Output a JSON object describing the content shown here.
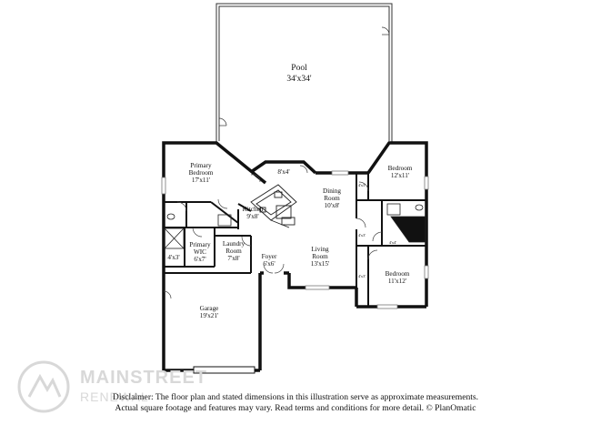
{
  "rooms": {
    "pool": {
      "name": "Pool",
      "dims": "34'x34'"
    },
    "primary_bedroom": {
      "name1": "Primary",
      "name2": "Bedroom",
      "dims": "17'x11'"
    },
    "nook": {
      "dims": "8'x4'"
    },
    "kitchen": {
      "name": "Kitchen",
      "dims": "9'x8'"
    },
    "dining": {
      "name1": "Dining",
      "name2": "Room",
      "dims": "10'x8'"
    },
    "bedroom_1": {
      "name": "Bedroom",
      "dims": "12'x11'"
    },
    "primary_wic": {
      "name1": "Primary",
      "name2": "WIC",
      "dims": "6'x7'"
    },
    "laundry": {
      "name1": "Laundry",
      "name2": "Room",
      "dims": "7'x8'"
    },
    "foyer": {
      "name": "Foyer",
      "dims": "6'x6'"
    },
    "living": {
      "name1": "Living",
      "name2": "Room",
      "dims": "13'x15'"
    },
    "bedroom_2": {
      "name": "Bedroom",
      "dims": "11'x12'"
    },
    "garage": {
      "name": "Garage",
      "dims": "19'x21'"
    },
    "closet": {
      "dims": "4'x3'"
    }
  },
  "small_labels": [
    "4'x3'",
    "4'x3'",
    "4'x3'",
    "4'x4'"
  ],
  "disclaimer": {
    "line1": "Disclaimer: The floor plan and stated dimensions in this illustration serve as approximate measurements.",
    "line2": "Actual square footage and features may vary. Read terms and conditions for more detail. © PlanOmatic"
  },
  "watermark": {
    "line1": "MAINSTREET",
    "line2": "RENEWAL"
  },
  "colors": {
    "wall": "#111111",
    "line": "#333333",
    "watermark": "#d8d8d8"
  }
}
